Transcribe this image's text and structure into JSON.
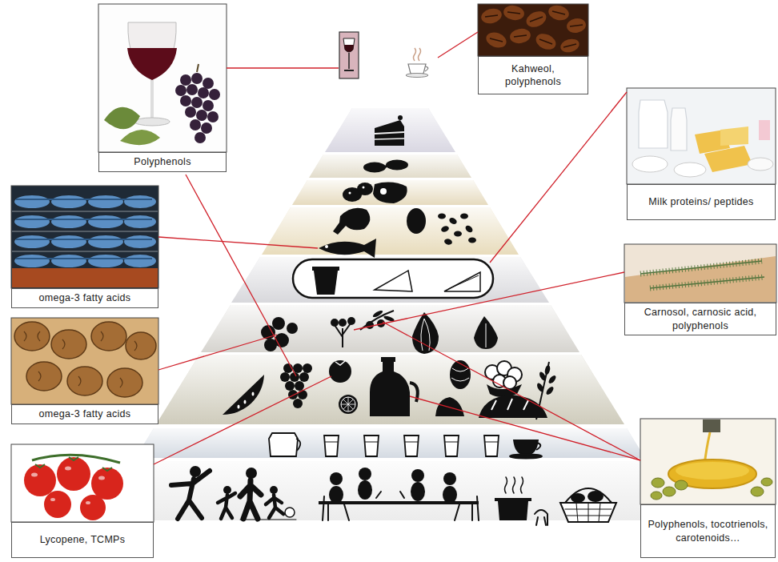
{
  "diagram": {
    "nodes": [
      {
        "text": [
          "Polyphenols"
        ]
      },
      {
        "text": [
          "Kahweol, polyphenols"
        ]
      },
      {
        "text": [
          "Milk proteins/ peptides"
        ]
      },
      {
        "text": [
          "omega-3 fatty acids"
        ]
      },
      {
        "text": [
          "Carnosol, carnosic acid, polyphenols"
        ]
      },
      {
        "text": [
          "omega-3 fatty acids"
        ]
      },
      {
        "text": [
          "Polyphenols, tocotrienols, carotenoids…"
        ]
      },
      {
        "text": [
          "Lycopene, TCMPs"
        ]
      }
    ]
  }
}
